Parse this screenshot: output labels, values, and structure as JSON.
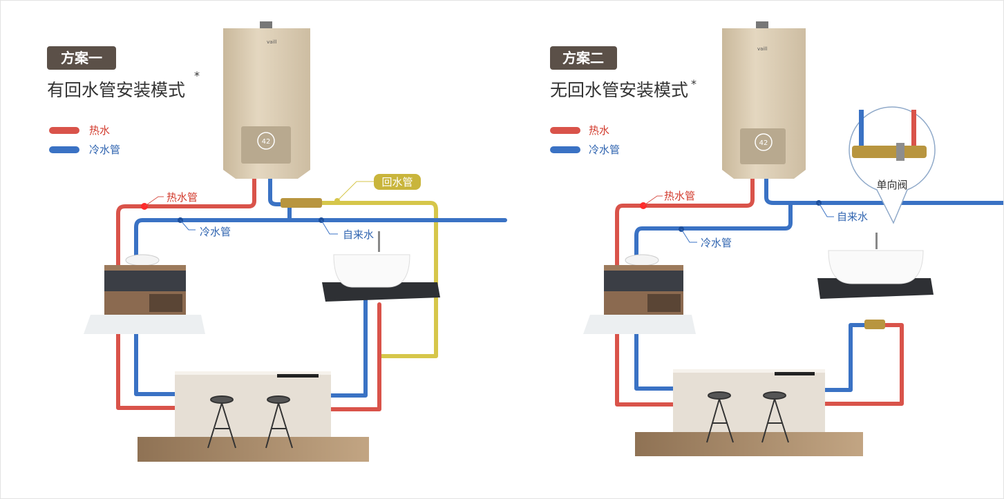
{
  "colors": {
    "hot_pipe": "#d9534a",
    "cold_pipe": "#3a72c4",
    "return_pipe": "#d6c64a",
    "badge": "#5b5048",
    "return_badge": "#c9b53c"
  },
  "scheme1": {
    "badge": "方案一",
    "title": "有回水管安装模式",
    "asterisk": "*",
    "legend": [
      {
        "label": "热水",
        "color": "#d9534a"
      },
      {
        "label": "冷水管",
        "color": "#3a72c4"
      }
    ],
    "heater_display": "42",
    "heater_brand": "vaill",
    "labels": {
      "hot_pipe": "热水管",
      "cold_pipe": "冷水管",
      "tap_water": "自来水",
      "return_pipe": "回水管"
    }
  },
  "scheme2": {
    "badge": "方案二",
    "title": "无回水管安装模式",
    "asterisk": "*",
    "legend": [
      {
        "label": "热水",
        "color": "#d9534a"
      },
      {
        "label": "冷水管",
        "color": "#3a72c4"
      }
    ],
    "heater_display": "42",
    "heater_brand": "vaill",
    "labels": {
      "hot_pipe": "热水管",
      "cold_pipe": "冷水管",
      "tap_water": "自来水",
      "check_valve": "单向阀"
    }
  }
}
